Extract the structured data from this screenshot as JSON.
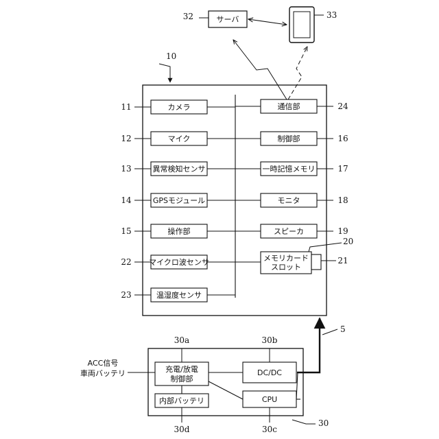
{
  "server": {
    "label": "サーバ",
    "ref": "32"
  },
  "phone": {
    "ref": "33"
  },
  "device": {
    "ref": "10"
  },
  "left_modules": [
    {
      "label": "カメラ",
      "ref": "11"
    },
    {
      "label": "マイク",
      "ref": "12"
    },
    {
      "label": "異常検知センサ",
      "ref": "13"
    },
    {
      "label": "GPSモジュール",
      "ref": "14"
    },
    {
      "label": "操作部",
      "ref": "15"
    },
    {
      "label": "マイクロ波センサ",
      "ref": "22"
    },
    {
      "label": "温湿度センサ",
      "ref": "23"
    }
  ],
  "right_modules": [
    {
      "label": "通信部",
      "ref": "24"
    },
    {
      "label": "制御部",
      "ref": "16"
    },
    {
      "label": "一時記憶メモリ",
      "ref": "17"
    },
    {
      "label": "モニタ",
      "ref": "18"
    },
    {
      "label": "スピーカ",
      "ref": "19"
    }
  ],
  "memory_slot": {
    "label_line1": "メモリカード",
    "label_line2": "スロット",
    "ref": "20",
    "card_ref": "21"
  },
  "cable": {
    "ref": "5"
  },
  "power_unit": {
    "ref": "30",
    "charge": {
      "line1": "充電/放電",
      "line2": "制御部",
      "ref": "30a"
    },
    "dcdc": {
      "label": "DC/DC",
      "ref": "30b"
    },
    "cpu": {
      "label": "CPU",
      "ref": "30c"
    },
    "battery": {
      "label": "内部バッテリ",
      "ref": "30d"
    }
  },
  "input_label": {
    "line1": "ACC信号",
    "line2": "車両バッテリ"
  }
}
